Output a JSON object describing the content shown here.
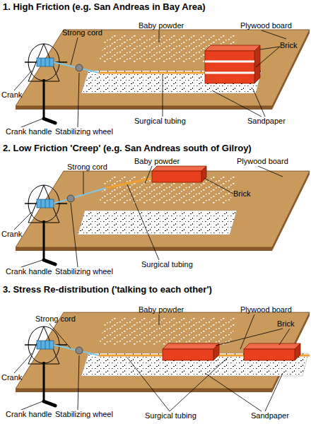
{
  "diagram": {
    "labels": [
      "1. High Friction (e.g. San Andreas in Bay Area)",
      "Strong cord",
      "Baby powder",
      "Plywood board",
      "Brick",
      "Crank",
      "Crank handle",
      "Stabilizing wheel",
      "Surgical tubing",
      "Sandpaper",
      "2. Low Friction 'Creep' (e.g. San Andreas south of Gilroy)",
      "Strong cord",
      "Baby powder",
      "Plywood board",
      "Brick",
      "Crank",
      "Crank handle",
      "Stabilizing wheel",
      "Surgical tubing",
      "3. Stress Re-distribution ('talking to each other')",
      "Baby powder",
      "Plywood board",
      "Strong cord",
      "Brick",
      "Crank",
      "Crank handle",
      "Stabilizing wheel",
      "Surgical tubing",
      "Sandpaper"
    ]
  }
}
